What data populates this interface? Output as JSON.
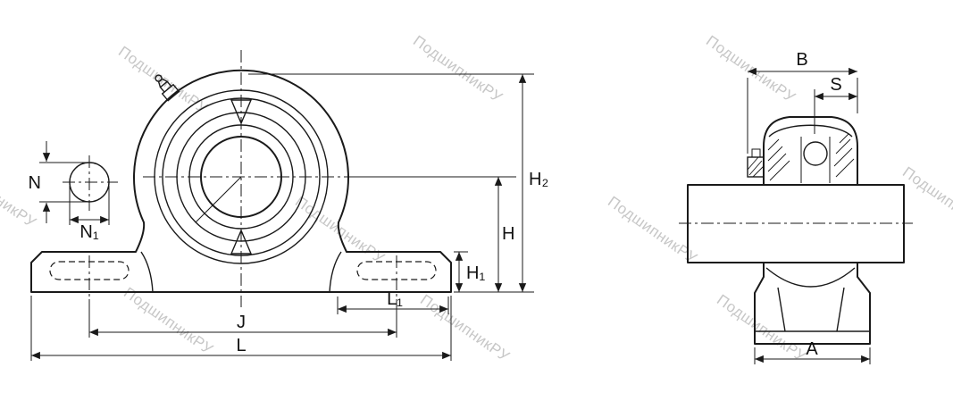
{
  "watermark": {
    "text": "ПодшипникРУ"
  },
  "dims": {
    "front": {
      "N": "N",
      "N1": "N₁",
      "H2": "H₂",
      "H": "H",
      "H1": "H₁",
      "L1": "L₁",
      "J": "J",
      "L": "L"
    },
    "side": {
      "B": "B",
      "S": "S",
      "A": "A"
    }
  }
}
